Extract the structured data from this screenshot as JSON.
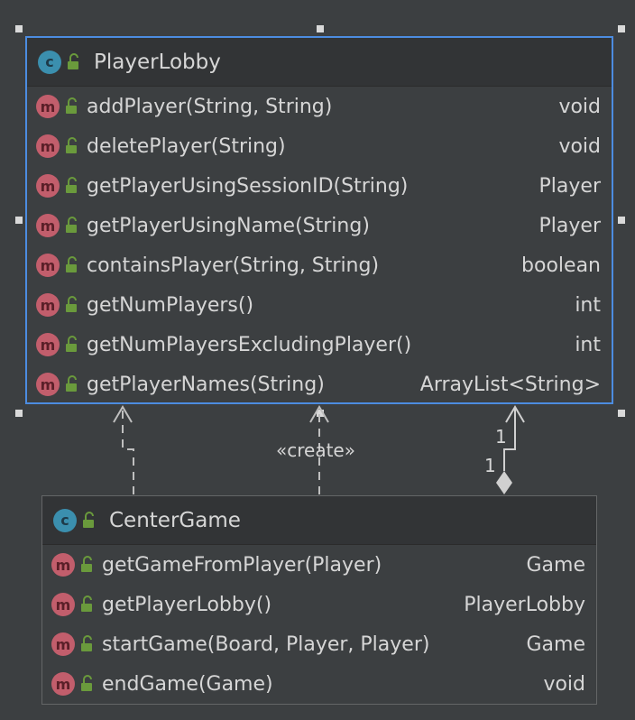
{
  "player_lobby": {
    "kind_badge": "c",
    "name": "PlayerLobby",
    "methods": [
      {
        "badge": "m",
        "name": "addPlayer(String, String)",
        "type": "void"
      },
      {
        "badge": "m",
        "name": "deletePlayer(String)",
        "type": "void"
      },
      {
        "badge": "m",
        "name": "getPlayerUsingSessionID(String)",
        "type": "Player"
      },
      {
        "badge": "m",
        "name": "getPlayerUsingName(String)",
        "type": "Player"
      },
      {
        "badge": "m",
        "name": "containsPlayer(String, String)",
        "type": "boolean"
      },
      {
        "badge": "m",
        "name": "getNumPlayers()",
        "type": "int"
      },
      {
        "badge": "m",
        "name": "getNumPlayersExcludingPlayer()",
        "type": "int"
      },
      {
        "badge": "m",
        "name": "getPlayerNames(String)",
        "type": "ArrayList<String>"
      }
    ]
  },
  "center_game": {
    "kind_badge": "c",
    "name": "CenterGame",
    "methods": [
      {
        "badge": "m",
        "name": "getGameFromPlayer(Player)",
        "type": "Game"
      },
      {
        "badge": "m",
        "name": "getPlayerLobby()",
        "type": "PlayerLobby"
      },
      {
        "badge": "m",
        "name": "startGame(Board, Player, Player)",
        "type": "Game"
      },
      {
        "badge": "m",
        "name": "endGame(Game)",
        "type": "void"
      }
    ]
  },
  "relations": {
    "create_label": "«create»",
    "multiplicity_target": "1",
    "multiplicity_source": "1"
  },
  "colors": {
    "background": "#3c3f41",
    "selection": "#4c8ce0",
    "class_badge": "#3b8fae",
    "method_badge": "#c25e6c",
    "lock": "#6a9a3c"
  }
}
